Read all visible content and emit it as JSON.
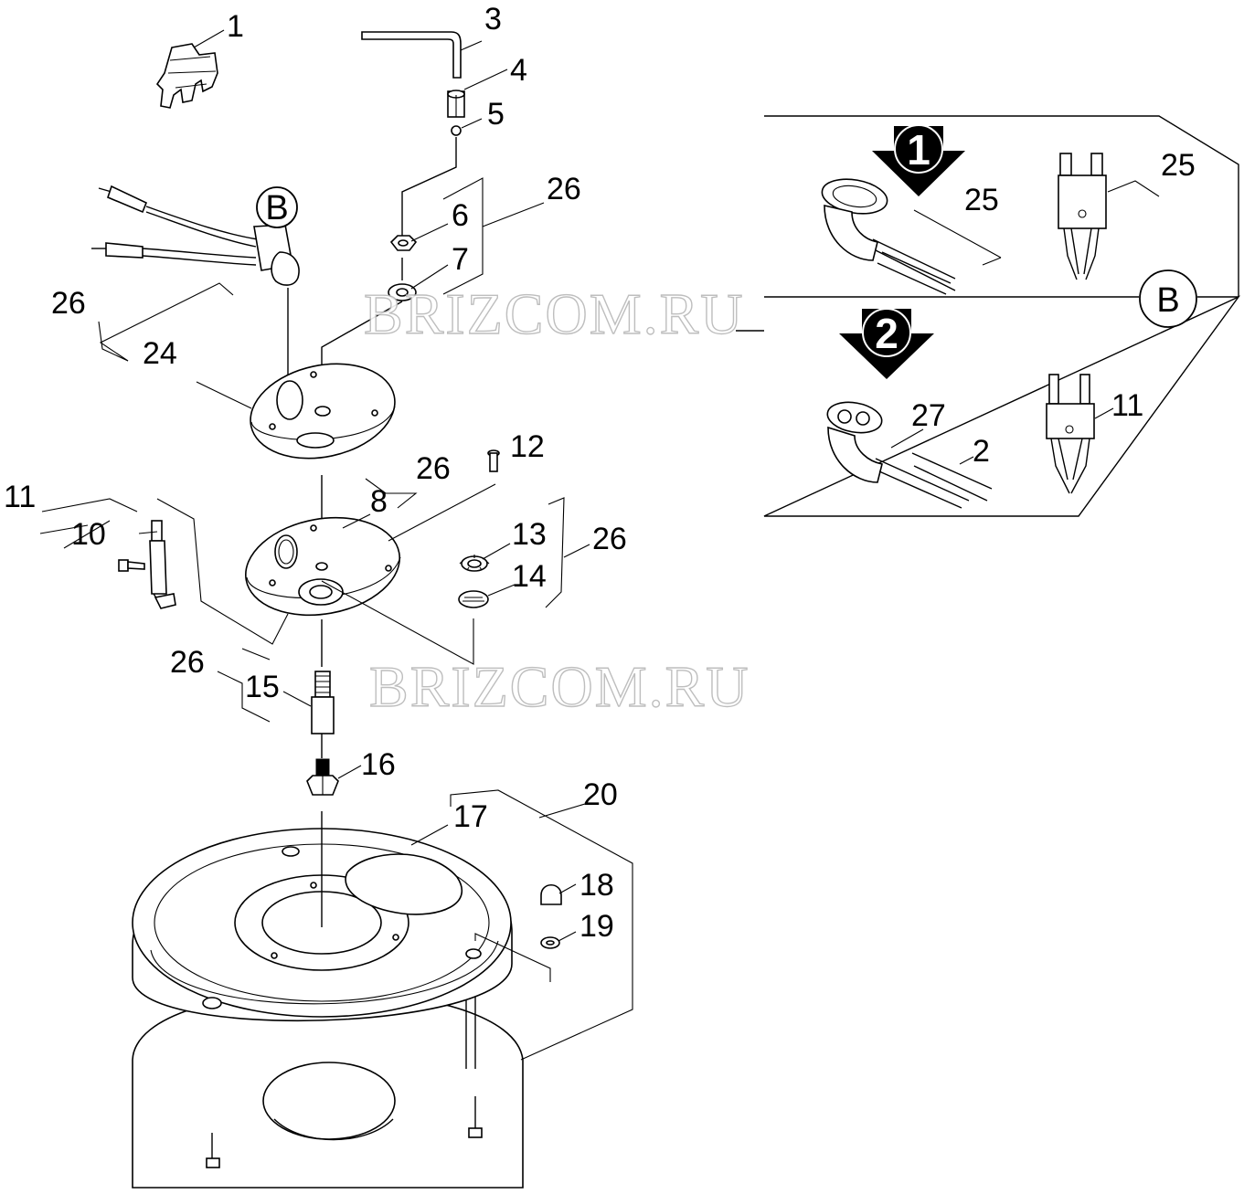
{
  "watermark": "BRIZCOM.RU",
  "detail_badge": "B",
  "variant_numbers": [
    "1",
    "2"
  ],
  "callouts": {
    "c1": "1",
    "c2": "2",
    "c3": "3",
    "c4": "4",
    "c5": "5",
    "c6": "6",
    "c7": "7",
    "c8": "8",
    "c10": "10",
    "c11": "11",
    "c11b": "11",
    "c12": "12",
    "c13": "13",
    "c14": "14",
    "c15": "15",
    "c16": "16",
    "c17": "17",
    "c18": "18",
    "c19": "19",
    "c20": "20",
    "c24": "24",
    "c25a": "25",
    "c25b": "25",
    "c26a": "26",
    "c26b": "26",
    "c26c": "26",
    "c26d": "26",
    "c26e": "26",
    "c27": "27"
  }
}
